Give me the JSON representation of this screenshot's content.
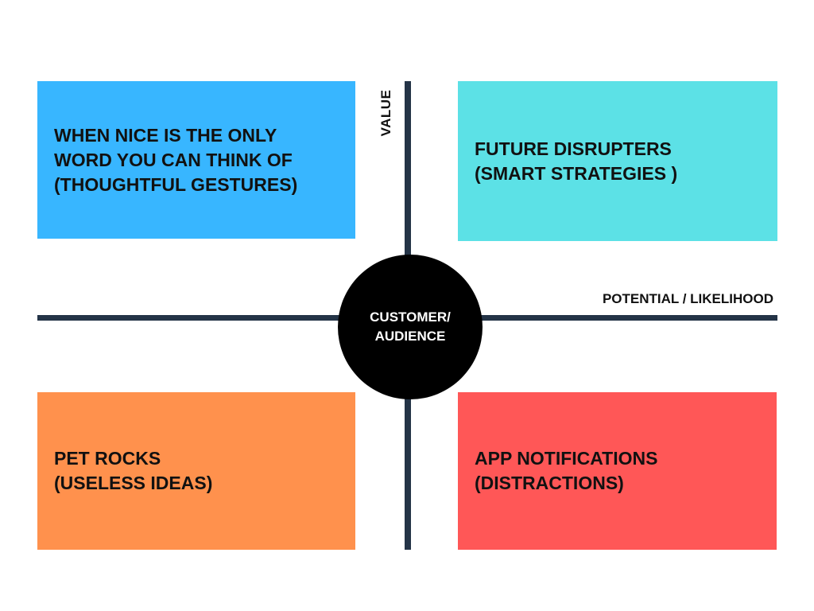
{
  "quadrants": {
    "top_left": {
      "lines": [
        "WHEN NICE IS THE ONLY",
        "WORD YOU CAN THINK OF",
        "(THOUGHTFUL GESTURES)"
      ],
      "color": "#38B6FF"
    },
    "top_right": {
      "lines": [
        "FUTURE DISRUPTERS",
        "(SMART STRATEGIES )"
      ],
      "color": "#5CE1E6"
    },
    "bottom_left": {
      "lines": [
        "PET ROCKS",
        "(USELESS IDEAS)"
      ],
      "color": "#FF914D"
    },
    "bottom_right": {
      "lines": [
        "APP NOTIFICATIONS",
        "(DISTRACTIONS)"
      ],
      "color": "#FF5757"
    }
  },
  "center": {
    "lines": [
      "CUSTOMER/",
      "AUDIENCE"
    ]
  },
  "axes": {
    "y_label": "VALUE",
    "x_label": "POTENTIAL / LIKELIHOOD",
    "color": "#243447"
  }
}
